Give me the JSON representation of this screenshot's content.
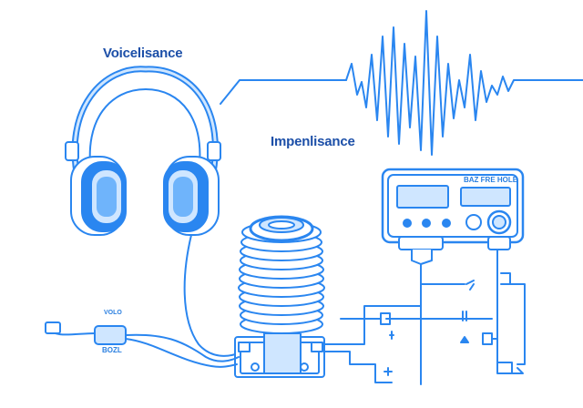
{
  "labels": {
    "voice": "Voicelisance",
    "impedance": "Impenlisance",
    "device_display": "BAZ FRE HOLE",
    "module_top": "VOLO",
    "module_bottom": "BOZL"
  },
  "colors": {
    "line": "#2a86f0",
    "fill_light": "#cfe6ff",
    "fill_mid": "#6fb4fb",
    "dark_text": "#1c4fa8"
  },
  "icons": [
    "headphones-icon",
    "waveform-icon",
    "coil-transducer-icon",
    "signal-meter-icon",
    "knob-icon"
  ]
}
